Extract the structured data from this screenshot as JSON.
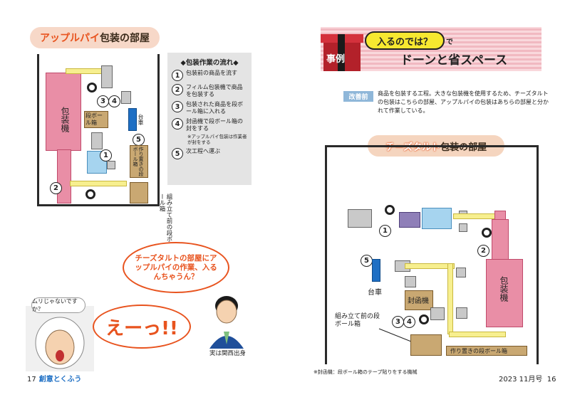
{
  "left": {
    "title_accent": "アップルパイ",
    "title_rest": "包装の部屋",
    "machine_label": "包装機",
    "cardboard_label": "段ボール箱",
    "cart_label": "台車",
    "premade_label": "作り置きの段ボール箱",
    "preassembled_label": "組み立て前の段ボール箱",
    "steps": {
      "title": "◆包装作業の流れ◆",
      "items": [
        {
          "n": "1",
          "text": "包装前の商品を流す"
        },
        {
          "n": "2",
          "text": "フィルム包装機で商品を包装する"
        },
        {
          "n": "3",
          "text": "包装された商品を段ボール箱に入れる"
        },
        {
          "n": "4",
          "text": "封函機で段ボール箱の封をする"
        },
        {
          "n": "5",
          "text": "次工程へ運ぶ"
        }
      ],
      "note": "※アップルパイ包装は作業者が封をする"
    },
    "bubble": "チーズタルトの部屋にアップルパイの作業、入るんちゃうん？",
    "small_bubble": "ムリじゃないですか？",
    "eeh": "えーっ!!",
    "caption": "実は関西出身",
    "page_num": "17",
    "brand": "創意とくふう"
  },
  "right": {
    "case_label": "事例",
    "tag": "入るのでは？",
    "de": "で",
    "main_title": "ドーンと省スペース",
    "before_tag": "改善前",
    "description": "商品を包装する工程。大きな包装機を使用するため、チーズタルトの包装はこちらの部屋、アップルパイの包装はあちらの部屋と分かれて作業している。",
    "room_title_accent": "チーズタルト",
    "room_title_rest": "包装の部屋",
    "machine_label": "包装機",
    "sealer_label": "封函機",
    "cart_label": "台車",
    "preassembled_label": "組み立て前の段ボール箱",
    "premade_label": "作り置きの段ボール箱",
    "footnote": "※封函機：段ボール箱のテープ貼りをする機械",
    "issue": "2023 11月号",
    "page_num": "16"
  },
  "colors": {
    "accent": "#e8531e",
    "pink": "#e98ea6",
    "blue": "#1e6fc4"
  }
}
